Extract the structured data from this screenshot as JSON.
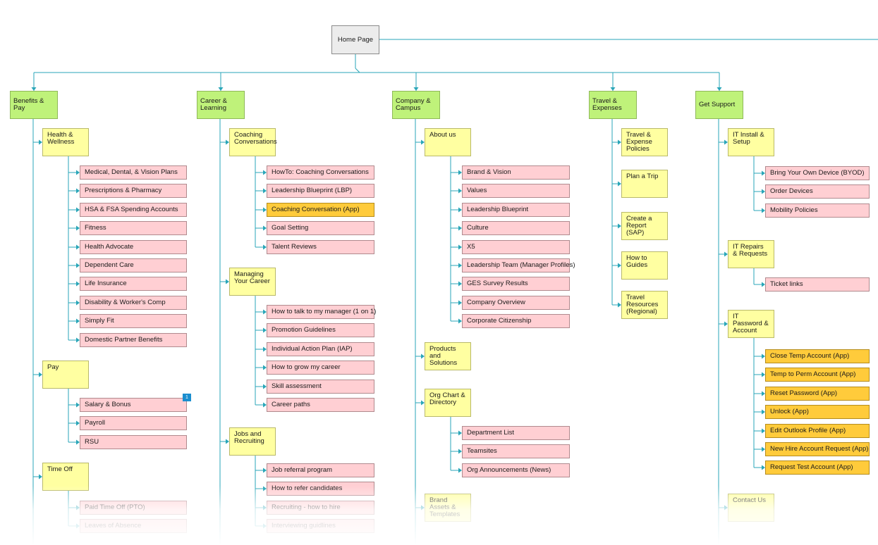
{
  "root": {
    "label": "Home Page"
  },
  "badge": "1",
  "columns": [
    {
      "label": "Benefits & Pay",
      "groups": [
        {
          "label": "Health & Wellness",
          "items": [
            {
              "label": "Medical, Dental, & Vision Plans",
              "kind": "page"
            },
            {
              "label": "Prescriptions & Pharmacy",
              "kind": "page"
            },
            {
              "label": "HSA & FSA Spending Accounts",
              "kind": "page"
            },
            {
              "label": "Fitness",
              "kind": "page"
            },
            {
              "label": "Health Advocate",
              "kind": "page"
            },
            {
              "label": "Dependent Care",
              "kind": "page"
            },
            {
              "label": "Life Insurance",
              "kind": "page"
            },
            {
              "label": "Disability & Worker's Comp",
              "kind": "page"
            },
            {
              "label": "Simply Fit",
              "kind": "page"
            },
            {
              "label": "Domestic Partner Benefits",
              "kind": "page"
            }
          ]
        },
        {
          "label": "Pay",
          "items": [
            {
              "label": "Salary & Bonus",
              "kind": "page"
            },
            {
              "label": "Payroll",
              "kind": "page"
            },
            {
              "label": "RSU",
              "kind": "page"
            }
          ]
        },
        {
          "label": "Time Off",
          "items": [
            {
              "label": "Paid Time Off (PTO)",
              "kind": "page"
            },
            {
              "label": "Leaves of Absence",
              "kind": "page"
            }
          ]
        }
      ]
    },
    {
      "label": "Career & Learning",
      "groups": [
        {
          "label": "Coaching Conversations",
          "items": [
            {
              "label": "HowTo: Coaching Conversations",
              "kind": "page"
            },
            {
              "label": "Leadership Blueprint (LBP)",
              "kind": "page"
            },
            {
              "label": "Coaching Conversation (App)",
              "kind": "app"
            },
            {
              "label": "Goal Setting",
              "kind": "page"
            },
            {
              "label": "Talent Reviews",
              "kind": "page"
            }
          ]
        },
        {
          "label": "Managing Your Career",
          "items": [
            {
              "label": "How to talk to my manager (1 on 1)",
              "kind": "page"
            },
            {
              "label": "Promotion Guidelines",
              "kind": "page"
            },
            {
              "label": "Individual Action Plan (IAP)",
              "kind": "page"
            },
            {
              "label": "How to grow my career",
              "kind": "page"
            },
            {
              "label": "Skill assessment",
              "kind": "page"
            },
            {
              "label": "Career paths",
              "kind": "page"
            }
          ]
        },
        {
          "label": "Jobs and Recruiting",
          "items": [
            {
              "label": "Job referral program",
              "kind": "page"
            },
            {
              "label": "How to refer candidates",
              "kind": "page"
            },
            {
              "label": "Recruiting - how to hire",
              "kind": "page"
            },
            {
              "label": "Interviewing guidlines",
              "kind": "page"
            }
          ]
        }
      ]
    },
    {
      "label": "Company & Campus",
      "groups": [
        {
          "label": "About us",
          "items": [
            {
              "label": "Brand & Vision",
              "kind": "page"
            },
            {
              "label": "Values",
              "kind": "page"
            },
            {
              "label": "Leadership Blueprint",
              "kind": "page"
            },
            {
              "label": "Culture",
              "kind": "page"
            },
            {
              "label": "X5",
              "kind": "page"
            },
            {
              "label": "Leadership Team (Manager Profiles)",
              "kind": "page"
            },
            {
              "label": "GES Survey Results",
              "kind": "page"
            },
            {
              "label": "Company Overview",
              "kind": "page"
            },
            {
              "label": "Corporate Citizenship",
              "kind": "page"
            }
          ]
        },
        {
          "label": "Products and Solutions",
          "items": []
        },
        {
          "label": "Org Chart & Directory",
          "items": [
            {
              "label": "Department List",
              "kind": "page"
            },
            {
              "label": "Teamsites",
              "kind": "page"
            },
            {
              "label": "Org Announcements (News)",
              "kind": "page"
            }
          ]
        },
        {
          "label": "Brand Assets & Templates",
          "items": []
        }
      ]
    },
    {
      "label": "Travel & Expenses",
      "groups": [
        {
          "label": "Travel & Expense Policies",
          "items": []
        },
        {
          "label": "Plan a Trip",
          "items": []
        },
        {
          "label": "Create a Report (SAP)",
          "items": []
        },
        {
          "label": "How to Guides",
          "items": []
        },
        {
          "label": "Travel Resources (Regional)",
          "items": []
        }
      ]
    },
    {
      "label": "Get Support",
      "groups": [
        {
          "label": "IT Install & Setup",
          "items": [
            {
              "label": "Bring Your Own Device (BYOD)",
              "kind": "page"
            },
            {
              "label": "Order Devices",
              "kind": "page"
            },
            {
              "label": "Mobility Policies",
              "kind": "page"
            }
          ]
        },
        {
          "label": "IT Repairs & Requests",
          "items": [
            {
              "label": "Ticket links",
              "kind": "page"
            }
          ]
        },
        {
          "label": "IT Password & Account",
          "items": [
            {
              "label": "Close Temp Account (App)",
              "kind": "app"
            },
            {
              "label": "Temp to Perm Account (App)",
              "kind": "app"
            },
            {
              "label": "Reset Password (App)",
              "kind": "app"
            },
            {
              "label": "Unlock (App)",
              "kind": "app"
            },
            {
              "label": "Edit Outlook Profile (App)",
              "kind": "app"
            },
            {
              "label": "New Hire Account Request (App)",
              "kind": "app"
            },
            {
              "label": "Request Test Account (App)",
              "kind": "app"
            }
          ]
        },
        {
          "label": "Contact Us",
          "items": []
        }
      ]
    }
  ],
  "colors": {
    "connector": "#2aa6b8",
    "root_fill": "#ececec",
    "top_fill": "#bff27a",
    "group_fill": "#ffffa1",
    "page_fill": "#ffcfd3",
    "app_fill": "#ffcb3b",
    "badge_fill": "#1b8ecf"
  }
}
